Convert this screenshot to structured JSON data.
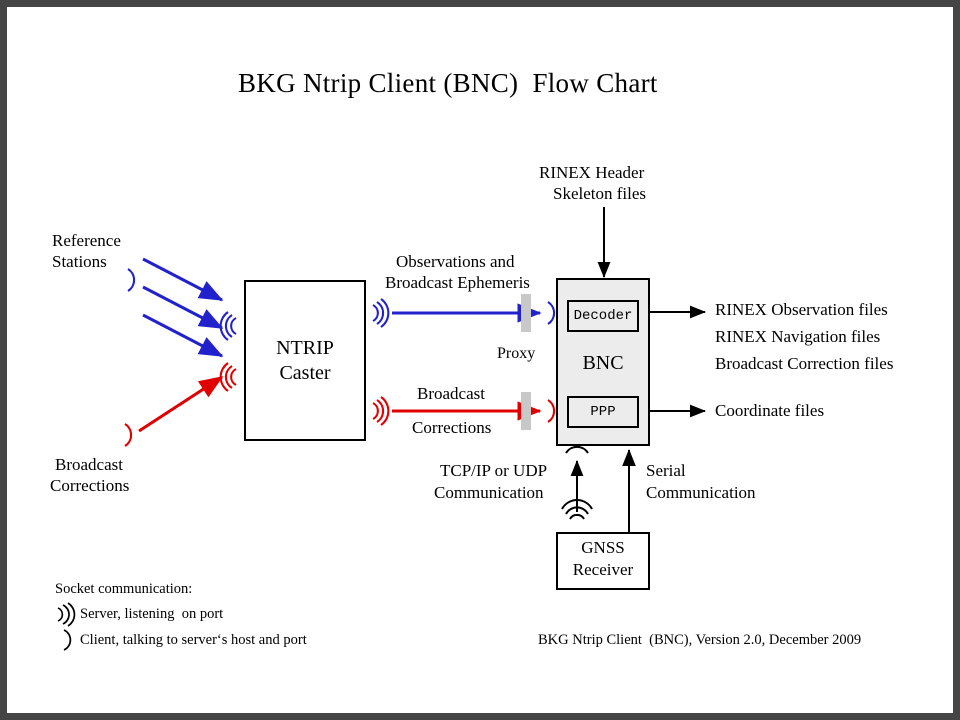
{
  "meta": {
    "colors": {
      "blue": "#2222cc",
      "red": "#e00000",
      "black": "#000000",
      "box_fill_gray": "#ececec",
      "proxy_gray": "#c8c8c8",
      "frame_border": "#454545"
    }
  },
  "title": "BKG Ntrip Client (BNC)  Flow Chart",
  "nodes": {
    "reference_stations": {
      "line1": "Reference",
      "line2": "Stations"
    },
    "broadcast_corrections_src": {
      "line1": "Broadcast",
      "line2": "Corrections"
    },
    "ntrip_caster": {
      "line1": "NTRIP",
      "line2": "Caster"
    },
    "bnc": {
      "label": "BNC",
      "decoder": "Decoder",
      "ppp": "PPP"
    },
    "gnss_receiver": {
      "line1": "GNSS",
      "line2": "Receiver"
    },
    "rinex_header": {
      "line1": "RINEX Header",
      "line2": "Skeleton files"
    }
  },
  "edges": {
    "observations": {
      "line1": "Observations and",
      "line2": "Broadcast Ephemeris"
    },
    "proxy": {
      "label": "Proxy"
    },
    "broadcast": {
      "line1": "Broadcast",
      "line2": "Corrections"
    },
    "tcpip": {
      "line1": "TCP/IP or UDP",
      "line2": "Communication"
    },
    "serial": {
      "line1": "Serial",
      "line2": "Communication"
    }
  },
  "outputs": {
    "files": [
      "RINEX Observation files",
      "RINEX Navigation files",
      "Broadcast Correction files"
    ],
    "coordinates": "Coordinate files"
  },
  "legend": {
    "heading": "Socket communication:",
    "server_glyph": ")))",
    "server_text": "Server, listening  on port",
    "client_glyph": ")",
    "client_text": "Client, talking to server‘s host and port"
  },
  "footer": "BKG Ntrip Client  (BNC), Version 2.0, December 2009"
}
